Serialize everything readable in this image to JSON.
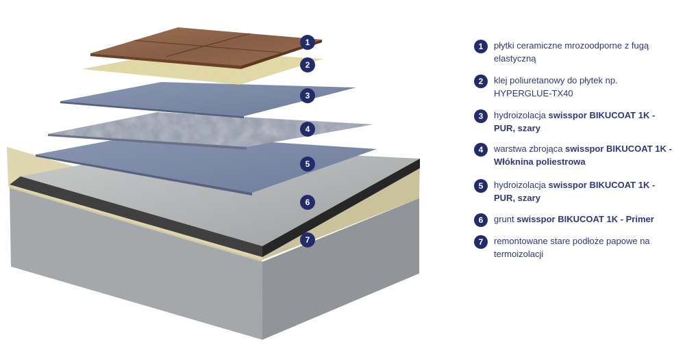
{
  "colors": {
    "badge": "#232c6b",
    "legend_text": "#2e3878",
    "tile": "#8a5a3c",
    "adhesive": "#e3d9a0",
    "membrane": "#7c8aa8",
    "mesh": "#8f98ac",
    "insulation": "#d9d2ab",
    "bitumen": "#2d2d2d",
    "concrete": "#9a9ea2"
  },
  "layers": [
    {
      "number": "1",
      "text_plain": "płytki ceramiczne mrozoodporne z fugą elastyczną",
      "text_bold": ""
    },
    {
      "number": "2",
      "text_plain": "klej poliuretanowy do płytek np. HYPERGLUE-TX40",
      "text_bold": ""
    },
    {
      "number": "3",
      "text_plain": "hydroizolacja ",
      "text_bold": "swisspor BIKUCOAT 1K - PUR, szary"
    },
    {
      "number": "4",
      "text_plain": "warstwa zbrojąca ",
      "text_bold": "swisspor BIKUCOAT 1K - Włóknina poliestrowa"
    },
    {
      "number": "5",
      "text_plain": "hydroizolacja ",
      "text_bold": "swisspor BIKUCOAT 1K - PUR, szary"
    },
    {
      "number": "6",
      "text_plain": "grunt ",
      "text_bold": "swisspor BIKUCOAT 1K - Primer"
    },
    {
      "number": "7",
      "text_plain": "remontowane stare podłoże papowe na termoizolacji",
      "text_bold": ""
    }
  ]
}
